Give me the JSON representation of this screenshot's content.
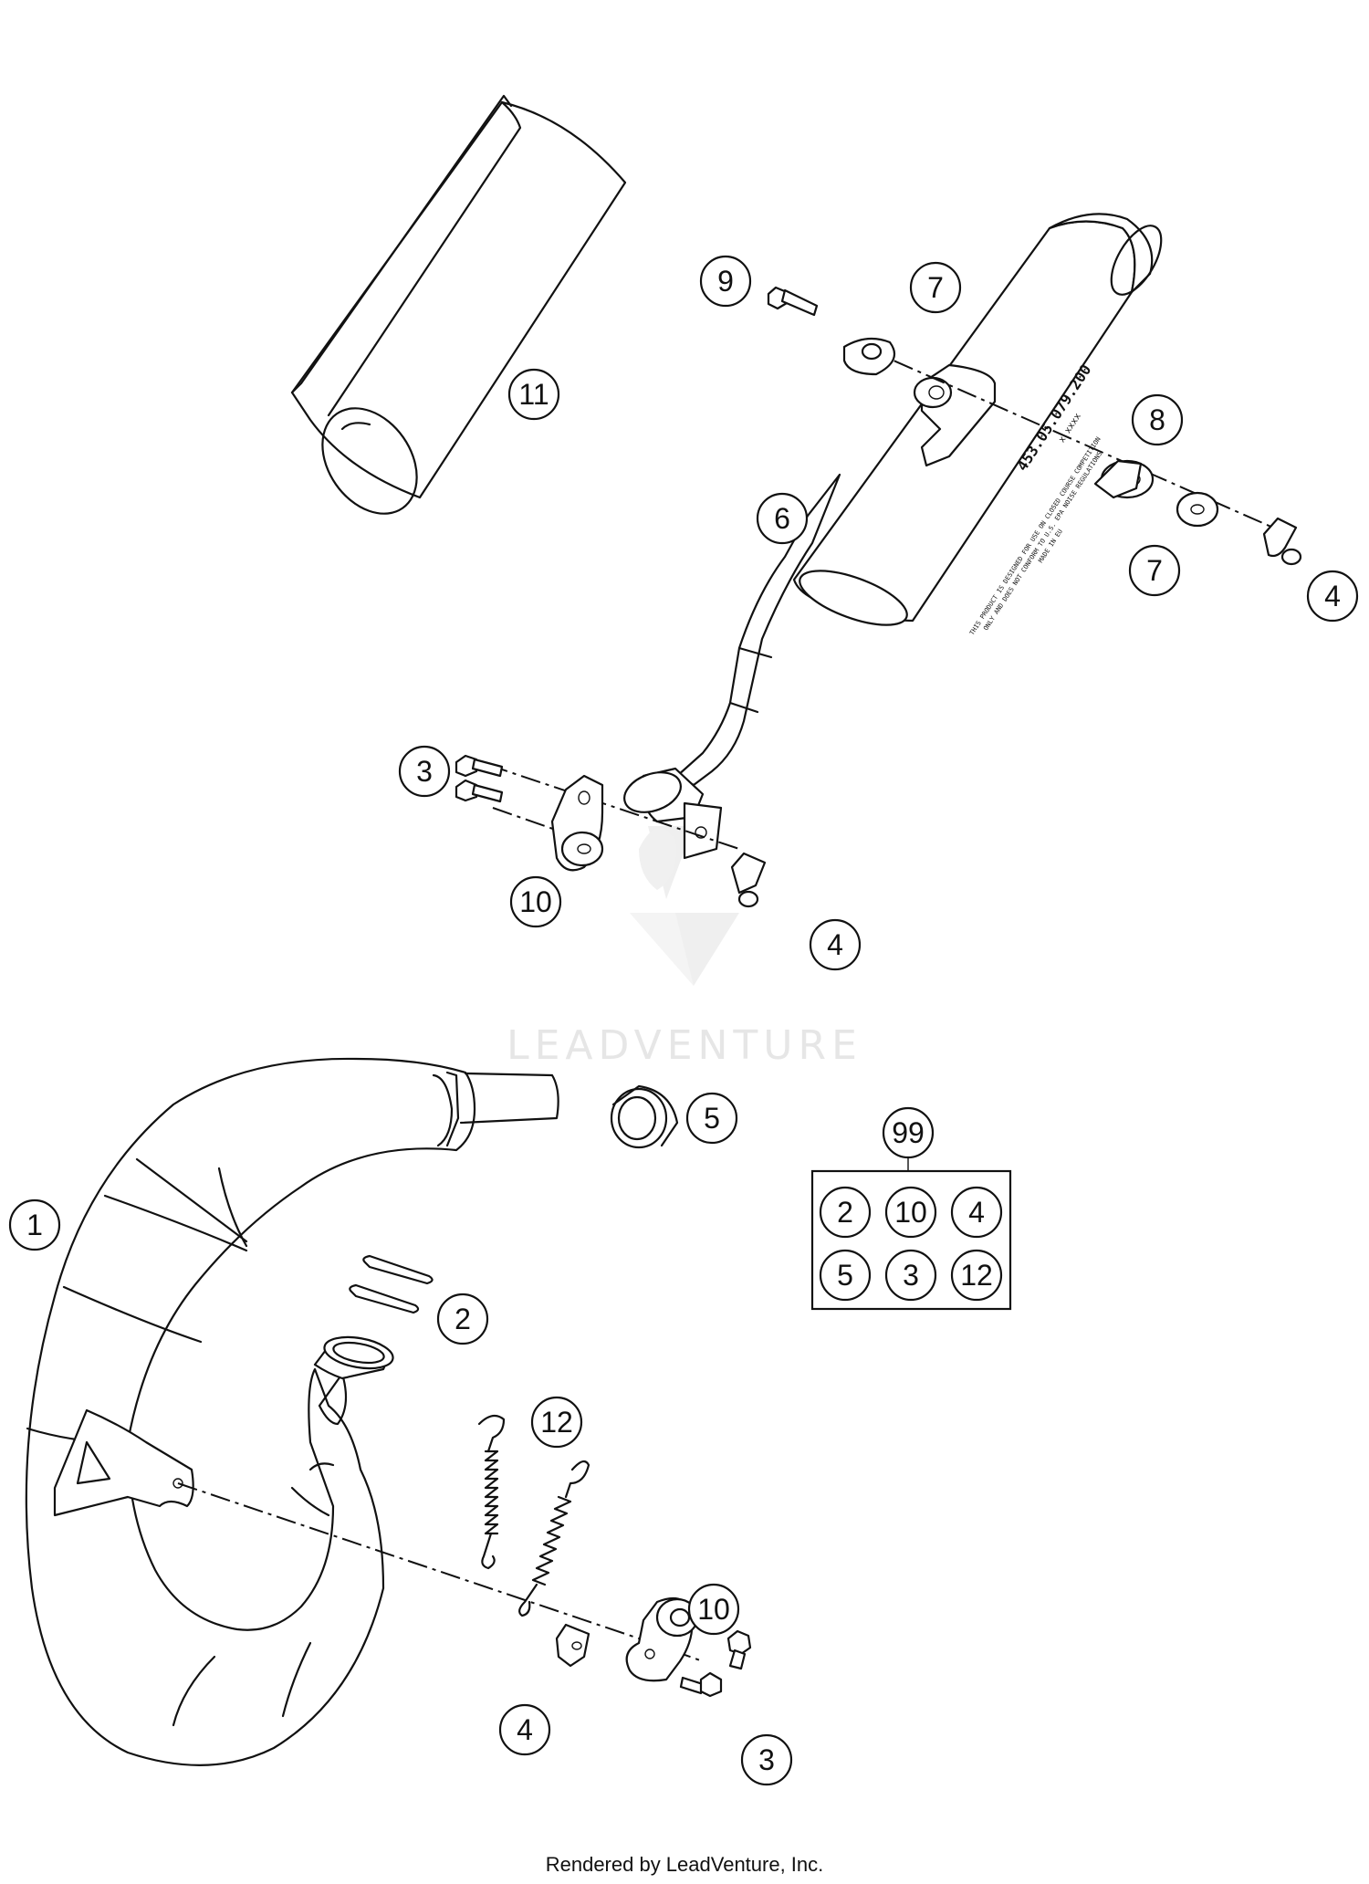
{
  "watermark": {
    "brand": "LEADVENTURE"
  },
  "muffler_label": {
    "part_number": "453.05.079.200",
    "marking": "x xxxx",
    "warning_lines": [
      "THIS PRODUCT IS DESIGNED FOR USE ON CLOSED COURSE COMPETITION",
      "ONLY AND DOES NOT CONFORM TO U.S. EPA NOISE REGULATIONS",
      "MADE IN EU"
    ]
  },
  "callouts": [
    {
      "id": "11",
      "label": "11"
    },
    {
      "id": "9",
      "label": "9"
    },
    {
      "id": "7a",
      "label": "7"
    },
    {
      "id": "8",
      "label": "8"
    },
    {
      "id": "6",
      "label": "6"
    },
    {
      "id": "7b",
      "label": "7"
    },
    {
      "id": "4a",
      "label": "4"
    },
    {
      "id": "3a",
      "label": "3"
    },
    {
      "id": "10a",
      "label": "10"
    },
    {
      "id": "4b",
      "label": "4"
    },
    {
      "id": "5",
      "label": "5"
    },
    {
      "id": "1",
      "label": "1"
    },
    {
      "id": "2",
      "label": "2"
    },
    {
      "id": "12",
      "label": "12"
    },
    {
      "id": "10b",
      "label": "10"
    },
    {
      "id": "4c",
      "label": "4"
    },
    {
      "id": "3b",
      "label": "3"
    }
  ],
  "kit": {
    "label": "99",
    "items": [
      "2",
      "10",
      "4",
      "5",
      "3",
      "12"
    ]
  },
  "footer": {
    "text": "Rendered by LeadVenture, Inc."
  }
}
